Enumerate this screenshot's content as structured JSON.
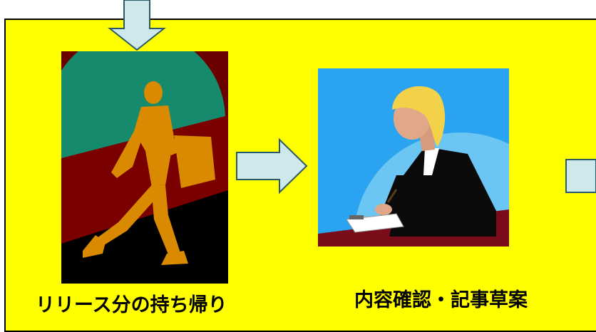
{
  "steps": [
    {
      "caption": "リリース分の持ち帰り",
      "illustration": "person-carrying-briefcase"
    },
    {
      "caption": "内容確認・記事草案",
      "illustration": "woman-writing-at-desk"
    }
  ],
  "colors": {
    "panel_fill": "#ffff00",
    "arrow_fill": "#cfe8ec",
    "arrow_stroke": "#2a5a66"
  }
}
